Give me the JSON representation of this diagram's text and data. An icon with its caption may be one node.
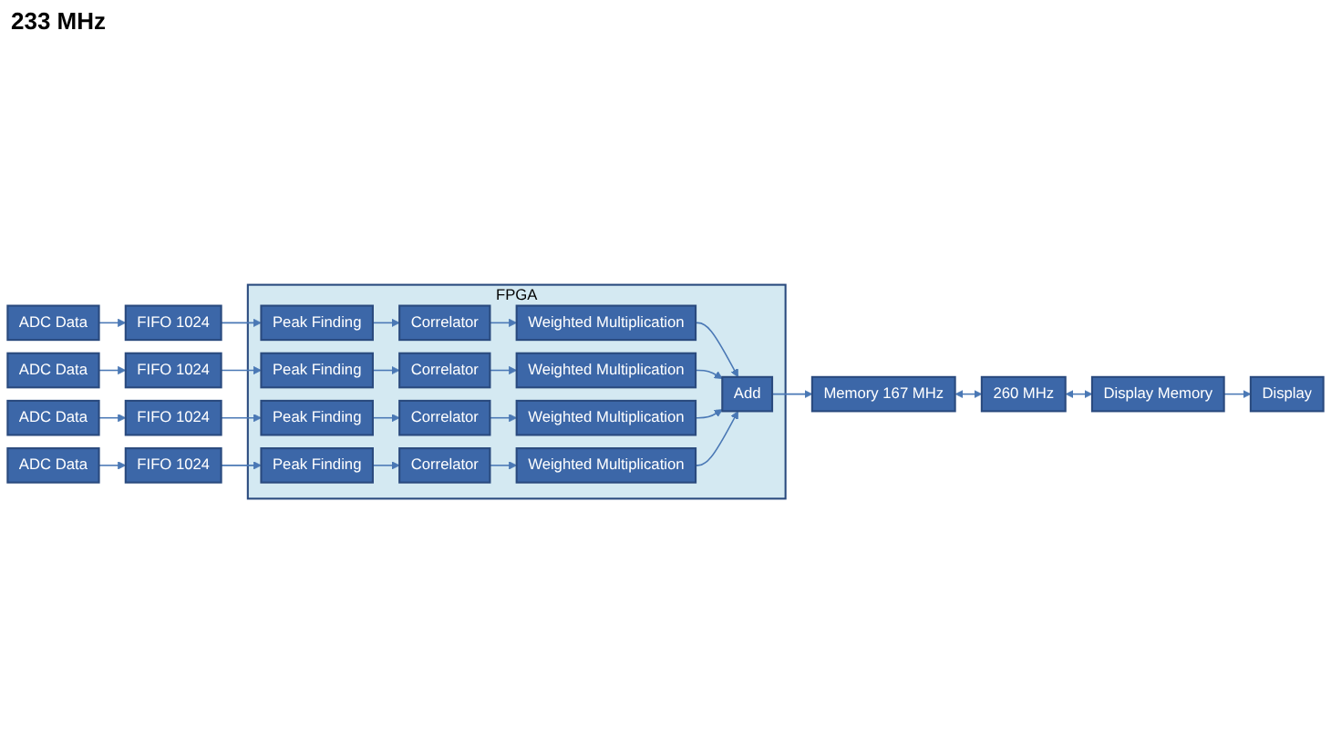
{
  "diagram": {
    "nodes": [
      {
        "text": [
          "FPGA"
        ]
      },
      {
        "text": [
          "ADC Data"
        ]
      },
      {
        "text": [
          "FIFO 1024"
        ]
      },
      {
        "text": [
          "Peak Finding"
        ],
        "in": 0
      },
      {
        "text": [
          "Correlator"
        ],
        "in": 0
      },
      {
        "text": [
          "Weighted Multiplication"
        ],
        "in": 0
      },
      {
        "text": [
          "ADC Data"
        ]
      },
      {
        "text": [
          "FIFO 1024"
        ]
      },
      {
        "text": [
          "Peak Finding"
        ],
        "in": 0
      },
      {
        "text": [
          "Correlator"
        ],
        "in": 0
      },
      {
        "text": [
          "Weighted Multiplication"
        ],
        "in": 0
      },
      {
        "text": [
          "ADC Data"
        ]
      },
      {
        "text": [
          "FIFO 1024"
        ]
      },
      {
        "text": [
          "Peak Finding"
        ],
        "in": 0
      },
      {
        "text": [
          "Correlator"
        ],
        "in": 0
      },
      {
        "text": [
          "Weighted Multiplication"
        ],
        "in": 0
      },
      {
        "text": [
          "ADC Data"
        ]
      },
      {
        "text": [
          "FIFO 1024"
        ]
      },
      {
        "text": [
          "Peak Finding"
        ],
        "in": 0
      },
      {
        "text": [
          "Correlator"
        ],
        "in": 0
      },
      {
        "text": [
          "Weighted Multiplication"
        ],
        "in": 0
      },
      {
        "text": [
          "Add"
        ],
        "in": 0
      },
      {
        "text": [
          "Memory 167 MHz"
        ]
      },
      {
        "text": [
          "260 MHz"
        ]
      },
      {
        "text": [
          "Display Memory"
        ]
      },
      {
        "text": [
          "Display"
        ]
      }
    ],
    "edges": [
      {
        "from": 1,
        "to": 2,
        "arrow": "to"
      },
      {
        "from": 2,
        "to": 3,
        "arrow": "to"
      },
      {
        "from": 3,
        "to": 4,
        "arrow": "to"
      },
      {
        "from": 4,
        "to": 5,
        "arrow": "to"
      },
      {
        "from": 5,
        "to": 21,
        "arrow": "to"
      },
      {
        "from": 6,
        "to": 7,
        "arrow": "to"
      },
      {
        "from": 7,
        "to": 8,
        "arrow": "to"
      },
      {
        "from": 8,
        "to": 9,
        "arrow": "to"
      },
      {
        "from": 9,
        "to": 10,
        "arrow": "to"
      },
      {
        "from": 10,
        "to": 21,
        "arrow": "to"
      },
      {
        "from": 11,
        "to": 12,
        "arrow": "to"
      },
      {
        "from": 12,
        "to": 13,
        "arrow": "to"
      },
      {
        "from": 13,
        "to": 14,
        "arrow": "to"
      },
      {
        "from": 14,
        "to": 15,
        "arrow": "to"
      },
      {
        "from": 15,
        "to": 21,
        "arrow": "to"
      },
      {
        "from": 16,
        "to": 17,
        "arrow": "to"
      },
      {
        "from": 17,
        "to": 18,
        "arrow": "to"
      },
      {
        "from": 18,
        "to": 19,
        "arrow": "to"
      },
      {
        "from": 19,
        "to": 20,
        "arrow": "to"
      },
      {
        "from": 20,
        "to": 21,
        "arrow": "to"
      },
      {
        "from": 21,
        "to": 22,
        "arrow": "to"
      },
      {
        "from": 22,
        "to": 23,
        "arrow": "both"
      },
      {
        "from": 23,
        "to": 24,
        "arrow": "both"
      },
      {
        "from": 24,
        "to": 25,
        "arrow": "to"
      }
    ],
    "labels": [
      "233 MHz"
    ]
  }
}
